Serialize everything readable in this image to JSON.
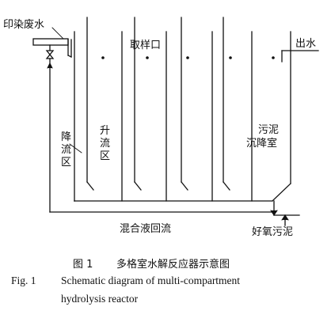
{
  "labels": {
    "inlet": "印染废水",
    "outlet": "出水",
    "sampling_port": "取样口",
    "downflow_zone": "降流区",
    "upflow_zone": "升流区",
    "sludge_settling_a": "污泥",
    "sludge_settling_b": "沉降室",
    "mixed_liquor_recycle": "混合液回流",
    "aerobic_sludge": "好氧污泥"
  },
  "caption": {
    "zh_num": "图 1",
    "zh_text": "多格室水解反应器示意图",
    "en_num": "Fig. 1",
    "en_line1": "Schematic diagram of multi-compartment",
    "en_line2": "hydrolysis reactor"
  }
}
